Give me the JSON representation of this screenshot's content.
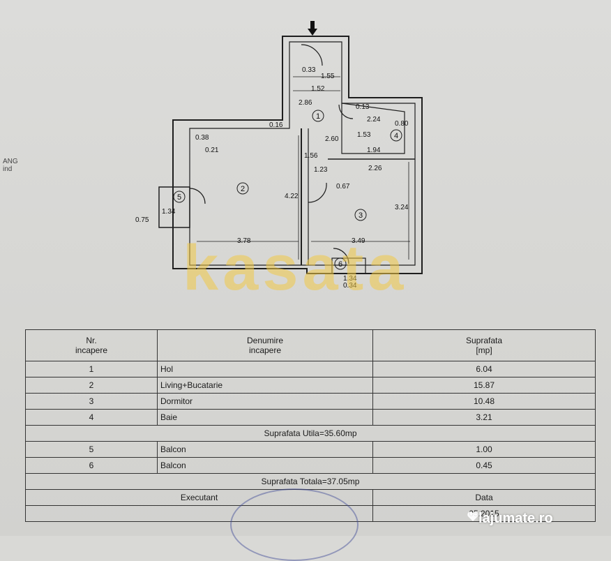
{
  "plan": {
    "dims": [
      "0.33",
      "1.55",
      "1.52",
      "2.86",
      "0.13",
      "2.24",
      "0.80",
      "0.16",
      "0.38",
      "0.21",
      "2.60",
      "1.53",
      "1.94",
      "1.56",
      "1.23",
      "2.26",
      "0.67",
      "4.22",
      "3.24",
      "1.34",
      "0.75",
      "3.78",
      "3.49",
      "1.34",
      "0.34"
    ],
    "room_numbers": [
      "1",
      "2",
      "3",
      "4",
      "5",
      "6"
    ]
  },
  "side_label": [
    "ANG",
    "ind"
  ],
  "watermark": "kasata",
  "table": {
    "header": {
      "nr": "Nr.\nincapere",
      "name": "Denumire\nincapere",
      "area": "Suprafata\n[mp]"
    },
    "rows": [
      {
        "nr": "1",
        "name": "Hol",
        "area": "6.04"
      },
      {
        "nr": "2",
        "name": "Living+Bucatarie",
        "area": "15.87"
      },
      {
        "nr": "3",
        "name": "Dormitor",
        "area": "10.48"
      },
      {
        "nr": "4",
        "name": "Baie",
        "area": "3.21"
      }
    ],
    "useful_total": "Suprafata Utila=35.60mp",
    "balconies": [
      {
        "nr": "5",
        "name": "Balcon",
        "area": "1.00"
      },
      {
        "nr": "6",
        "name": "Balcon",
        "area": "0.45"
      }
    ],
    "grand_total": "Suprafata Totala=37.05mp",
    "executant": "Executant",
    "date_label": "Data",
    "date_value": "05.2015"
  },
  "brand": "lajumate.ro",
  "colors": {
    "watermark": "#f0c846",
    "line": "#222222",
    "paper": "#d9d9d6"
  }
}
